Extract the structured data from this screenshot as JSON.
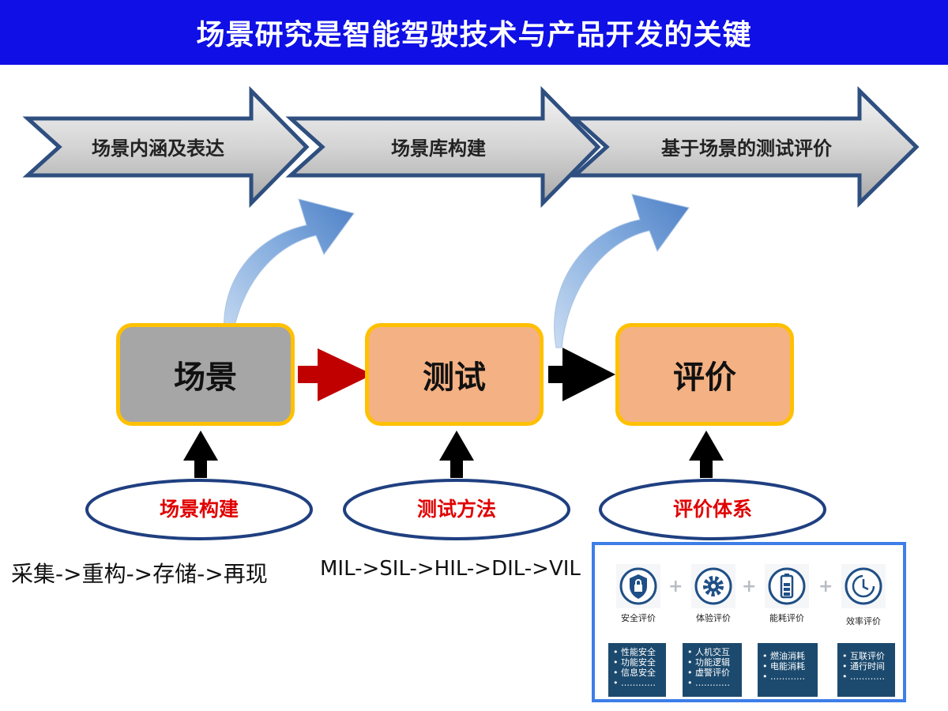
{
  "title": "场景研究是智能驾驶技术与产品开发的关键",
  "chevrons": [
    "场景内涵及表达",
    "场景库构建",
    "基于场景的测试评价"
  ],
  "boxes": [
    {
      "label": "场景",
      "color": "#a6a6a6"
    },
    {
      "label": "测试",
      "color": "#f4b183"
    },
    {
      "label": "评价",
      "color": "#f4b183"
    }
  ],
  "ellipses": [
    "场景构建",
    "测试方法",
    "评价体系"
  ],
  "sequences": [
    "采集->重构->存储->再现",
    "MIL->SIL->HIL->DIL->VIL"
  ],
  "colors": {
    "title_bg": "#0f0fe6",
    "box_border": "#ffc000",
    "red_arrow": "#c00000",
    "ellipse_border": "#1f3f80",
    "ellipse_text": "#e00000",
    "panel_border": "#3d7ee8",
    "detail_bg": "#1c4a6e"
  },
  "eval_panel": {
    "categories": [
      {
        "icon": "lock-shield-icon",
        "label": "安全评价",
        "items": [
          "性能安全",
          "功能安全",
          "信息安全",
          "…………"
        ]
      },
      {
        "icon": "gear-icon",
        "label": "体验评价",
        "items": [
          "人机交互",
          "功能逻辑",
          "虚警评价",
          "…………"
        ]
      },
      {
        "icon": "battery-icon",
        "label": "能耗评价",
        "items": [
          "燃油消耗",
          "电能消耗",
          "…………"
        ]
      },
      {
        "icon": "clock-icon",
        "label": "效率评价",
        "items": [
          "互联评价",
          "通行时间",
          "…………"
        ]
      }
    ],
    "plus": "+"
  }
}
